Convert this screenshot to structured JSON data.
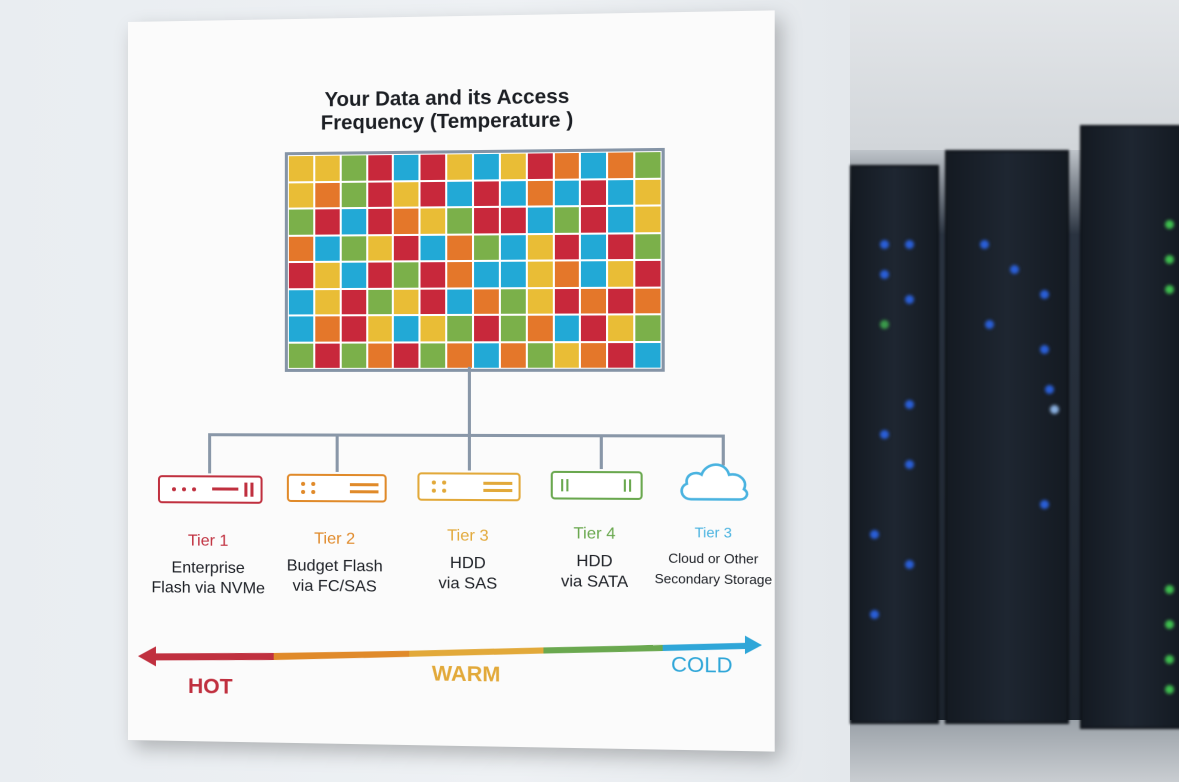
{
  "poster": {
    "title_line1": "Your Data and its Access",
    "title_line2": "Frequency (Temperature )"
  },
  "heatmap": {
    "colors": {
      "R": "#c8283b",
      "O": "#e4772a",
      "Y": "#e9bd36",
      "G": "#7bb04a",
      "B": "#22a9d6"
    },
    "rows": [
      "YYGRBRYBYROBOG",
      "YOGRYRBRBOBRBY",
      "GRBROYGRRBGRBY",
      "OBGYRBOGBYRBRG",
      "RYBRGROBBYOBYR",
      "BYRGYRBOGYRORO",
      "BORYBYGRGOBRYG",
      "GRGORGOBOGYORB"
    ]
  },
  "tiers": [
    {
      "name": "Tier 1",
      "desc": [
        "Enterprise",
        "Flash via NVMe"
      ],
      "color": "#c0303f"
    },
    {
      "name": "Tier 2",
      "desc": [
        "Budget Flash",
        "via FC/SAS"
      ],
      "color": "#e08a2a"
    },
    {
      "name": "Tier 3",
      "desc": [
        "HDD",
        "via SAS"
      ],
      "color": "#e2a93a"
    },
    {
      "name": "Tier 4",
      "desc": [
        "HDD",
        "via SATA"
      ],
      "color": "#6aa84f"
    },
    {
      "name": "Tier 3",
      "desc": [
        "Cloud or Other",
        "Secondary Storage"
      ],
      "color": "#4ab3e0"
    }
  ],
  "scale": {
    "hot": "HOT",
    "warm": "WARM",
    "cold": "COLD",
    "hot_color": "#c0303f",
    "warm_color": "#e2a93a",
    "cold_color": "#2fa6d8"
  }
}
